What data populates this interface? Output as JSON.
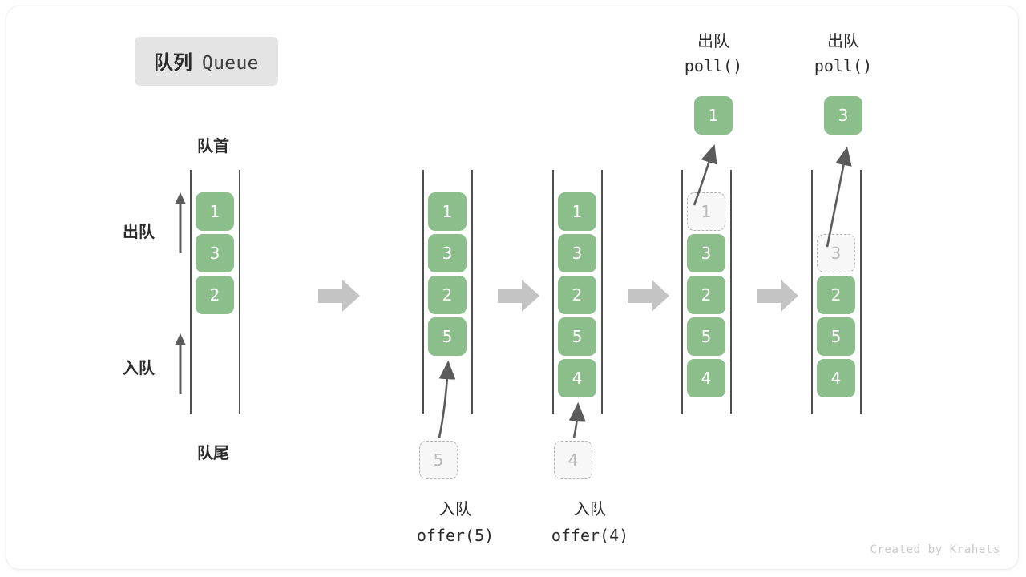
{
  "title": {
    "cn": "队列",
    "en": "Queue"
  },
  "labels": {
    "front": "队首",
    "rear": "队尾",
    "dequeue": "出队",
    "enqueue": "入队"
  },
  "colors": {
    "element_green": "#8cbe8c",
    "ghost_fill": "#f7f7f7",
    "ghost_border": "#b4b4b4",
    "rail": "#4f4f4f",
    "arrow_gray": "#5b5b5b",
    "transition_arrow": "#c4c4c4",
    "badge_bg": "#e4e4e4",
    "text_dark": "#2b2b2b",
    "accent_number": "#4a9a52"
  },
  "watermark": "Created by Krahets",
  "steps": [
    {
      "id": "initial",
      "items": [
        {
          "value": "1",
          "state": "filled"
        },
        {
          "value": "3",
          "state": "filled"
        },
        {
          "value": "2",
          "state": "filled"
        }
      ],
      "caption_cn": "",
      "caption_code": "",
      "incoming": null,
      "outgoing": null
    },
    {
      "id": "offer-5",
      "items": [
        {
          "value": "1",
          "state": "filled"
        },
        {
          "value": "3",
          "state": "filled"
        },
        {
          "value": "2",
          "state": "filled"
        },
        {
          "value": "5",
          "state": "filled"
        }
      ],
      "caption_cn": "入队",
      "caption_code": "offer(5)",
      "caption_code_prefix": "offer(",
      "caption_code_number": "5",
      "caption_code_suffix": ")",
      "incoming": {
        "value": "5",
        "state": "ghost"
      },
      "outgoing": null
    },
    {
      "id": "offer-4",
      "items": [
        {
          "value": "1",
          "state": "filled"
        },
        {
          "value": "3",
          "state": "filled"
        },
        {
          "value": "2",
          "state": "filled"
        },
        {
          "value": "5",
          "state": "filled"
        },
        {
          "value": "4",
          "state": "filled"
        }
      ],
      "caption_cn": "入队",
      "caption_code": "offer(4)",
      "caption_code_prefix": "offer(",
      "caption_code_number": "4",
      "caption_code_suffix": ")",
      "incoming": {
        "value": "4",
        "state": "ghost"
      },
      "outgoing": null
    },
    {
      "id": "poll-1",
      "items": [
        {
          "value": "1",
          "state": "ghost"
        },
        {
          "value": "3",
          "state": "filled"
        },
        {
          "value": "2",
          "state": "filled"
        },
        {
          "value": "5",
          "state": "filled"
        },
        {
          "value": "4",
          "state": "filled"
        }
      ],
      "caption_cn": "出队",
      "caption_code": "poll()",
      "outgoing": {
        "value": "1",
        "state": "filled"
      },
      "incoming": null
    },
    {
      "id": "poll-3",
      "items": [
        {
          "value": "",
          "state": "empty"
        },
        {
          "value": "3",
          "state": "ghost"
        },
        {
          "value": "2",
          "state": "filled"
        },
        {
          "value": "5",
          "state": "filled"
        },
        {
          "value": "4",
          "state": "filled"
        }
      ],
      "caption_cn": "出队",
      "caption_code": "poll()",
      "outgoing": {
        "value": "3",
        "state": "filled"
      },
      "incoming": null
    }
  ]
}
